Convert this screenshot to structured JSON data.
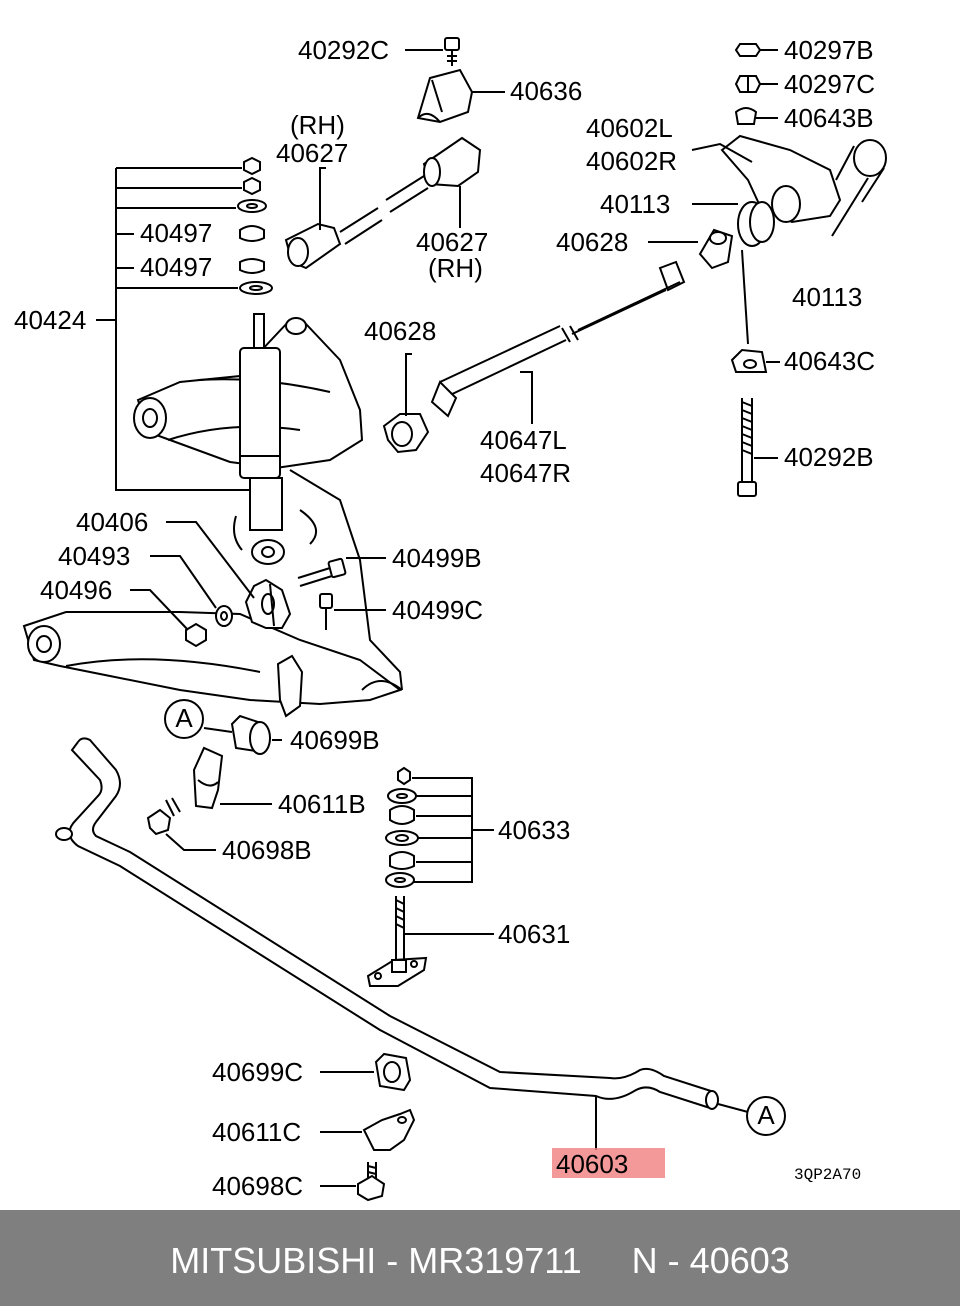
{
  "diagram": {
    "callouts": {
      "c40292C": "40292C",
      "c40636": "40636",
      "c40297B": "40297B",
      "c40297C": "40297C",
      "c40643B": "40643B",
      "rh_top": "(RH)",
      "c40627_top": "40627",
      "c40602L": "40602L",
      "c40602R": "40602R",
      "c40113_a": "40113",
      "c40627_bot": "40627",
      "rh_bot": "(RH)",
      "c40628_a": "40628",
      "c40497_a": "40497",
      "c40497_b": "40497",
      "c40113_b": "40113",
      "c40424": "40424",
      "c40628_b": "40628",
      "c40643C": "40643C",
      "c40647L": "40647L",
      "c40292B": "40292B",
      "c40647R": "40647R",
      "c40406": "40406",
      "c40493": "40493",
      "c40499B": "40499B",
      "c40496": "40496",
      "c40499C": "40499C",
      "c40699B": "40699B",
      "c40611B": "40611B",
      "c40633": "40633",
      "c40698B": "40698B",
      "c40631": "40631",
      "c40699C": "40699C",
      "c40611C": "40611C",
      "c40603": "40603",
      "c40698C": "40698C"
    },
    "ref_a1": "A",
    "ref_a2": "A",
    "diagram_code": "3QP2A70",
    "highlight_color": "#f08080"
  },
  "footer": {
    "text": "MITSUBISHI - MR319711     N - 40603",
    "bg_color": "#7f7f7f"
  }
}
